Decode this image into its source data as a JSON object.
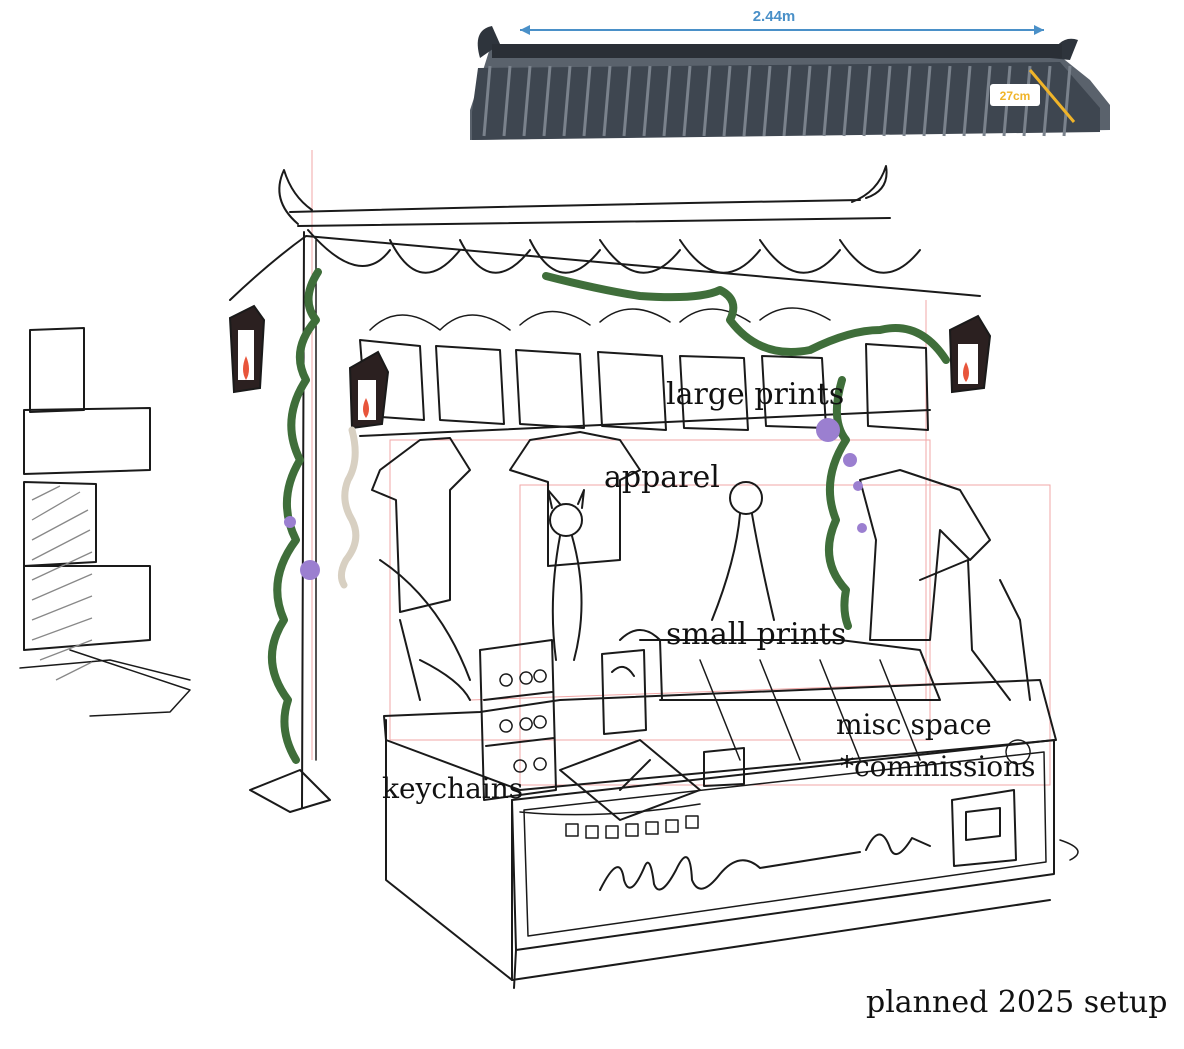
{
  "roof_photo": {
    "width_label": "2.44m",
    "depth_label": "27cm",
    "tile_color": "#3e4650",
    "measure_color": "#4a90c8",
    "depth_color": "#f0b429"
  },
  "annotations": {
    "large_prints": "large prints",
    "apparel": "apparel",
    "small_prints": "small prints",
    "misc_space": "misc space",
    "commissions": "*commissions",
    "keychains": "keychains",
    "caption": "planned 2025 setup"
  },
  "colors": {
    "ink": "#1a1a1a",
    "vine": "#3f6e3a",
    "berry": "#9b7fd0",
    "lantern_flame": "#e8553b",
    "guide_lines": "#f2a7a7",
    "chain": "#d8d0c2"
  }
}
